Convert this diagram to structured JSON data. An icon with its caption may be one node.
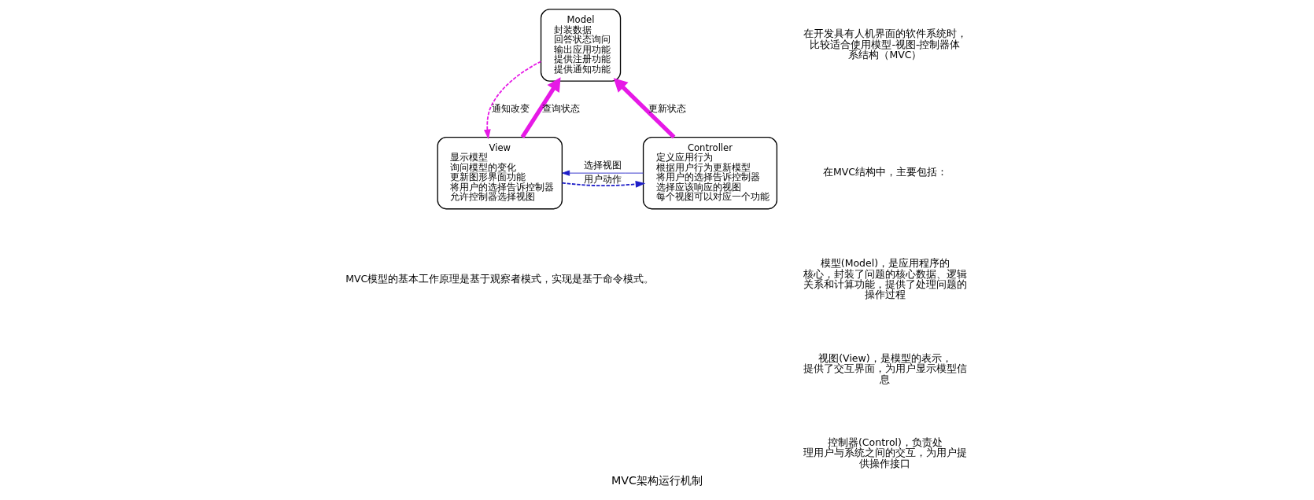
{
  "diagram": {
    "caption": "MVC架构运行机制",
    "nodes": [
      {
        "text": [
          "Model",
          "封装数据",
          "回答状态询问",
          "输出应用功能",
          "提供注册功能",
          "提供通知功能"
        ]
      },
      {
        "text": [
          "View",
          "显示模型",
          "询问模型的变化",
          "更新图形界面功能",
          "将用户的选择告诉控制器",
          "允许控制器选择视图"
        ]
      },
      {
        "text": [
          "Controller",
          "定义应用行为",
          "根据用户行为更新模型",
          "将用户的选择告诉控制器",
          "选择应该响应的视图",
          "每个视图可以对应一个功能"
        ]
      }
    ],
    "edges": [
      {
        "from": 1,
        "to": 0,
        "arrow": "to",
        "label": "查询状态",
        "style": "thick"
      },
      {
        "from": 0,
        "to": 1,
        "arrow": "to",
        "label": "通知改变",
        "style": "dashed"
      },
      {
        "from": 2,
        "to": 0,
        "arrow": "to",
        "label": "更新状态",
        "style": "thick"
      },
      {
        "from": 2,
        "to": 1,
        "arrow": "to",
        "label": "选择视图",
        "color": "#1f1fc8"
      },
      {
        "from": 1,
        "to": 2,
        "arrow": "to",
        "label": "用户动作",
        "style": "dashed",
        "color": "#1f1fc8"
      }
    ],
    "labels": [
      "在开发具有人机界面的软件系统时，比较适合使用模型-视图-控制器体系结构（MVC）",
      "在MVC结构中，主要包括：",
      "模型(Model)，是应用程序的核心，封装了问题的核心数据、逻辑关系和计算功能，提供了处理问题的操作过程",
      "视图(View)，是模型的表示，提供了交互界面，为用户显示模型信息",
      "控制器(Control)，负责处理用户与系统之间的交互，为用户提供操作接口",
      "MVC模型的基本工作原理是基于观察者模式，实现是基于命令模式。"
    ]
  }
}
